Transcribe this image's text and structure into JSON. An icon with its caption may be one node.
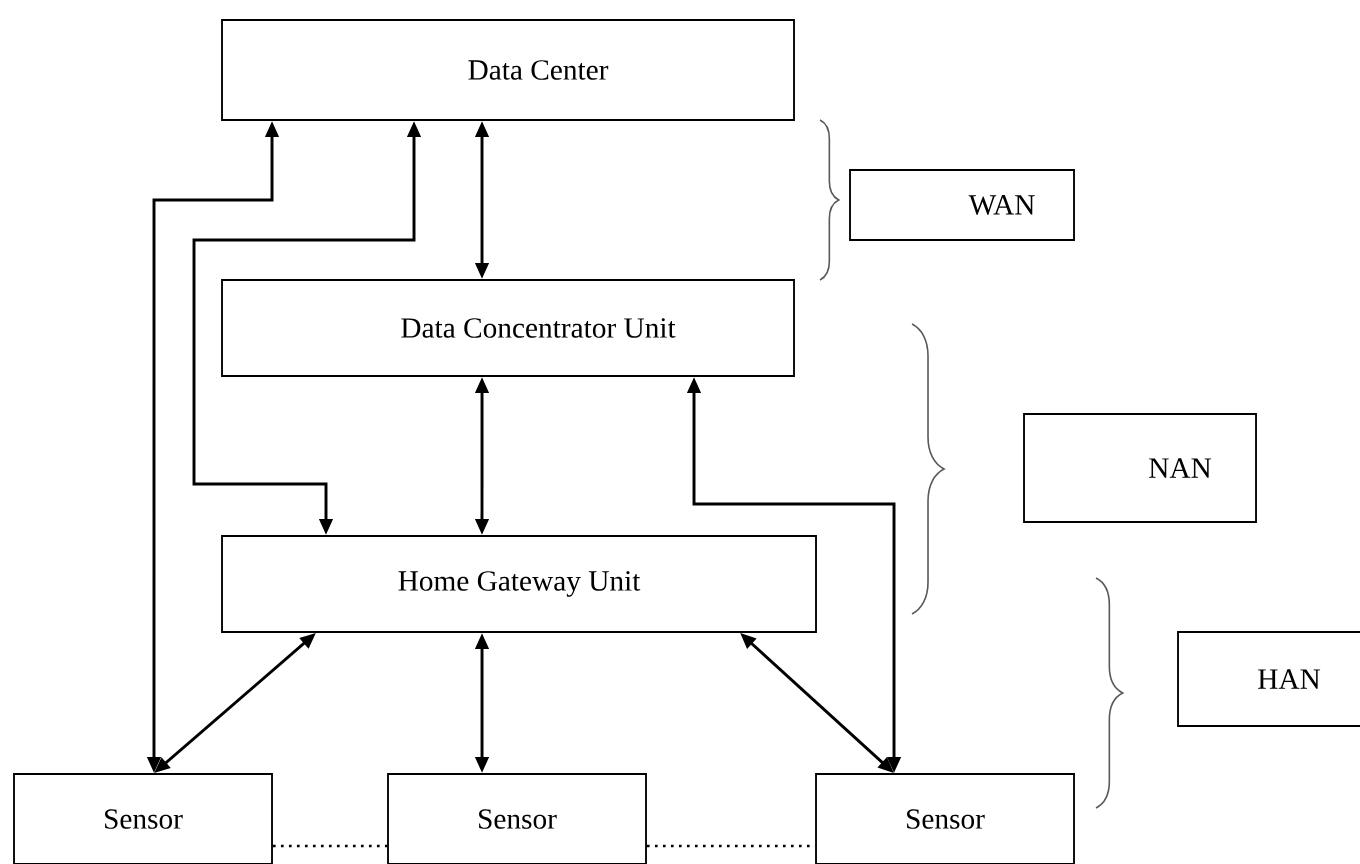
{
  "diagram": {
    "nodes": [
      {
        "text": [
          "Data Center"
        ]
      },
      {
        "text": [
          "WAN"
        ]
      },
      {
        "text": [
          "Data Concentrator Unit"
        ]
      },
      {
        "text": [
          "NAN"
        ]
      },
      {
        "text": [
          "Home Gateway Unit"
        ]
      },
      {
        "text": [
          "HAN"
        ]
      },
      {
        "text": [
          "Sensor"
        ]
      },
      {
        "text": [
          "Sensor"
        ]
      },
      {
        "text": [
          "Sensor"
        ]
      }
    ],
    "edges": [
      {
        "from": 0,
        "to": 6,
        "arrow": "both"
      },
      {
        "from": 0,
        "to": 4,
        "arrow": "both"
      },
      {
        "from": 0,
        "to": 2,
        "arrow": "both"
      },
      {
        "from": 2,
        "to": 4,
        "arrow": "both"
      },
      {
        "from": 2,
        "to": 8,
        "arrow": "both"
      },
      {
        "from": 4,
        "to": 6,
        "arrow": "both"
      },
      {
        "from": 4,
        "to": 7,
        "arrow": "both"
      },
      {
        "from": 4,
        "to": 8,
        "arrow": "both"
      },
      {
        "from": 6,
        "to": 7,
        "arrow": "none",
        "style": "dashed"
      },
      {
        "from": 7,
        "to": 8,
        "arrow": "none",
        "style": "dashed"
      }
    ]
  }
}
